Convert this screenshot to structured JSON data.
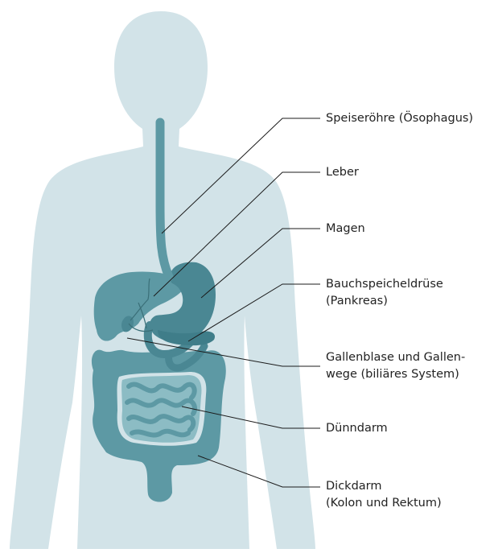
{
  "colors": {
    "silhouette": "#d2e3e8",
    "organ": "#5d99a4",
    "organ_dark": "#4a8793",
    "organ_light": "#78adb7",
    "leader": "#1b1b1b",
    "text": "#222222"
  },
  "labels": {
    "esophagus": "Speiseröhre (Ösophagus)",
    "liver": "Leber",
    "stomach": "Magen",
    "pancreas_1": "Bauchspeicheldrüse",
    "pancreas_2": "(Pankreas)",
    "gallbladder_1": "Gallenblase und Gallen-",
    "gallbladder_2": "wege (biliäres System)",
    "small_intestine": "Dünndarm",
    "large_intestine_1": "Dickdarm",
    "large_intestine_2": "(Kolon und Rektum)"
  }
}
